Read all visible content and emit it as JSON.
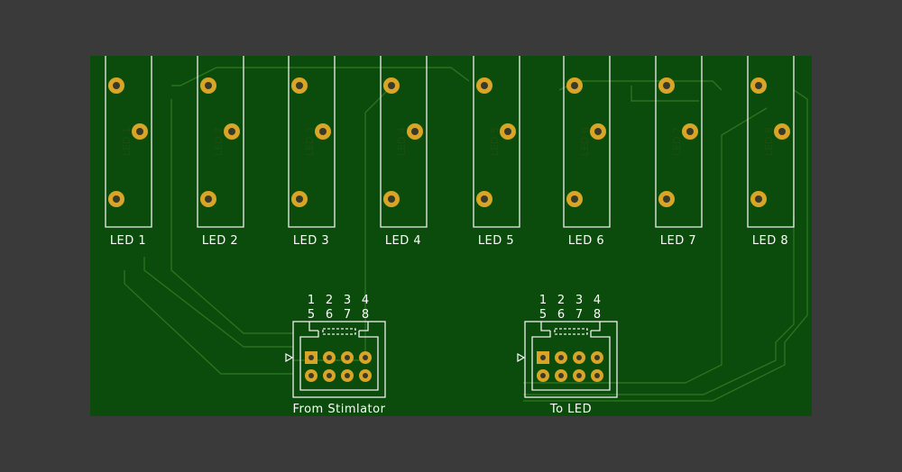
{
  "board": {
    "colors": {
      "background": "#3a3a3a",
      "board": "#0b4b0b",
      "trace": "#2a7320",
      "silkscreen": "#f0f0f0",
      "pad": "#d9a526",
      "drill": "#3a3a2a"
    }
  },
  "leds": [
    {
      "label": "LED 1",
      "ghost": "LED 1"
    },
    {
      "label": "LED 2",
      "ghost": "LED 2"
    },
    {
      "label": "LED 3",
      "ghost": "LED 3"
    },
    {
      "label": "LED 4",
      "ghost": "LED 4"
    },
    {
      "label": "LED 5",
      "ghost": "LED 5"
    },
    {
      "label": "LED 6",
      "ghost": "LED 6"
    },
    {
      "label": "LED 7",
      "ghost": "LED 7"
    },
    {
      "label": "LED 8",
      "ghost": "LED 8"
    }
  ],
  "connectors": [
    {
      "label": "From Stimlator",
      "pins_top": [
        "1",
        "2",
        "3",
        "4"
      ],
      "pins_bottom": [
        "5",
        "6",
        "7",
        "8"
      ]
    },
    {
      "label": "To LED",
      "pins_top": [
        "1",
        "2",
        "3",
        "4"
      ],
      "pins_bottom": [
        "5",
        "6",
        "7",
        "8"
      ]
    }
  ]
}
